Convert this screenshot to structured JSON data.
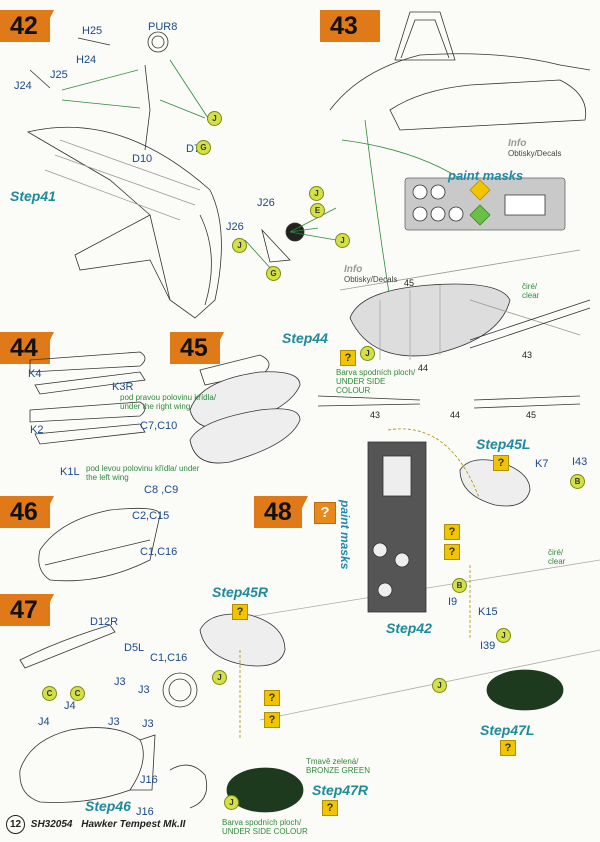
{
  "steps": [
    {
      "id": "step-42",
      "number": "42"
    },
    {
      "id": "step-43",
      "number": "43"
    },
    {
      "id": "step-44",
      "number": "44"
    },
    {
      "id": "step-45",
      "number": "45"
    },
    {
      "id": "step-46",
      "number": "46"
    },
    {
      "id": "step-47",
      "number": "47"
    },
    {
      "id": "step-48",
      "number": "48"
    }
  ],
  "step42": {
    "parts": [
      "H25",
      "H24",
      "PUR8",
      "J24",
      "J25",
      "D7",
      "D10",
      "J26",
      "J26"
    ],
    "ref": "Step41",
    "badges": [
      "J",
      "G",
      "J",
      "E",
      "J",
      "J",
      "G"
    ]
  },
  "step43": {
    "info_title": "Info",
    "info_sub": "Obtisky/Decals",
    "masks_label": "paint masks"
  },
  "step44": {
    "parts": [
      "K4",
      "K3R",
      "K2",
      "K1L"
    ],
    "note_right": "pod pravou polovinu křídla/ under the right wing",
    "note_left": "pod levou polovinu křídla/ under the left wing"
  },
  "step45": {
    "ref": "Step44",
    "parts": [
      "C7,C10",
      "C8 ,C9"
    ],
    "info_title": "Info",
    "info_sub": "Obtisky/Decals",
    "numbers": [
      "45",
      "43",
      "44",
      "43",
      "44",
      "45"
    ],
    "clear_label": "čiré/ clear",
    "colour_note": "Barva spodních ploch/ UNDER SIDE COLOUR",
    "badge": "J"
  },
  "step46": {
    "parts": [
      "C2,C15",
      "C1,C16"
    ]
  },
  "step47": {
    "parts": [
      "D12R",
      "D5L",
      "C1,C16",
      "J3",
      "J3",
      "J3",
      "J3",
      "J4",
      "J4",
      "J16",
      "J16"
    ],
    "ref": "Step46",
    "badges": [
      "C",
      "C"
    ]
  },
  "step48": {
    "q": "?",
    "refs": [
      "Step45L",
      "Step45R",
      "Step42",
      "Step47L",
      "Step47R"
    ],
    "parts": [
      "K7",
      "I43",
      "I9",
      "K15",
      "I39"
    ],
    "clear_label": "čiré/ clear",
    "green_note": "Tmavě zelená/ BRONZE GREEN",
    "colour_note": "Barva spodních ploch/ UNDER SIDE COLOUR",
    "masks_label": "paint masks",
    "badges": [
      "B",
      "B",
      "J",
      "J",
      "J",
      "J"
    ]
  },
  "footer": {
    "page": "12",
    "code": "SH32054",
    "title": "Hawker Tempest Mk.II"
  }
}
